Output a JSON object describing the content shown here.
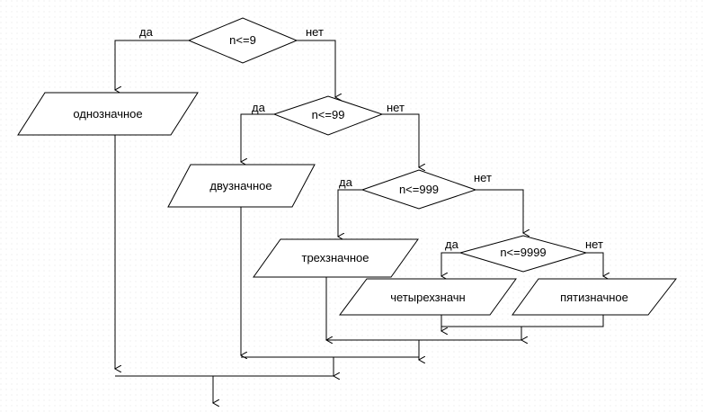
{
  "decisions": [
    {
      "condition": "n<=9",
      "yes_label": "да",
      "no_label": "нет"
    },
    {
      "condition": "n<=99",
      "yes_label": "да",
      "no_label": "нет"
    },
    {
      "condition": "n<=999",
      "yes_label": "да",
      "no_label": "нет"
    },
    {
      "condition": "n<=9999",
      "yes_label": "да",
      "no_label": "нет"
    }
  ],
  "outputs": [
    "однозначное",
    "двузначное",
    "трехзначное",
    "четырехзначн",
    "пятизначное"
  ],
  "colors": {
    "stroke": "#000000",
    "fill": "#ffffff",
    "background": "#ffffff"
  }
}
